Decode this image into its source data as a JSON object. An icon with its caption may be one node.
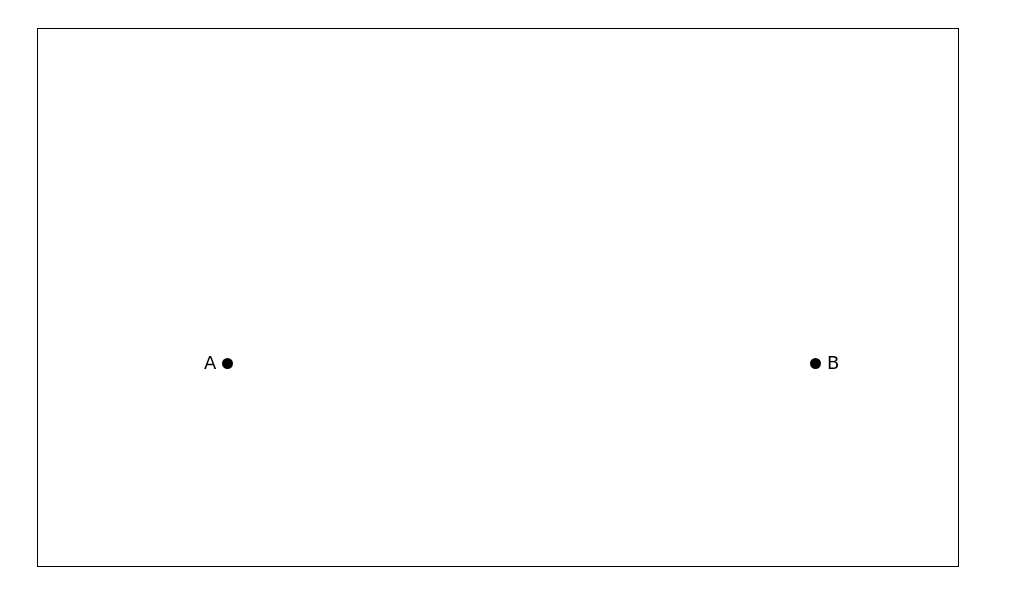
{
  "diagram": {
    "nodes": [
      {
        "text": [],
        "shape": "circle",
        "beside": [
          "A"
        ]
      },
      {
        "text": [],
        "shape": "circle",
        "beside": [
          "B"
        ]
      }
    ]
  }
}
